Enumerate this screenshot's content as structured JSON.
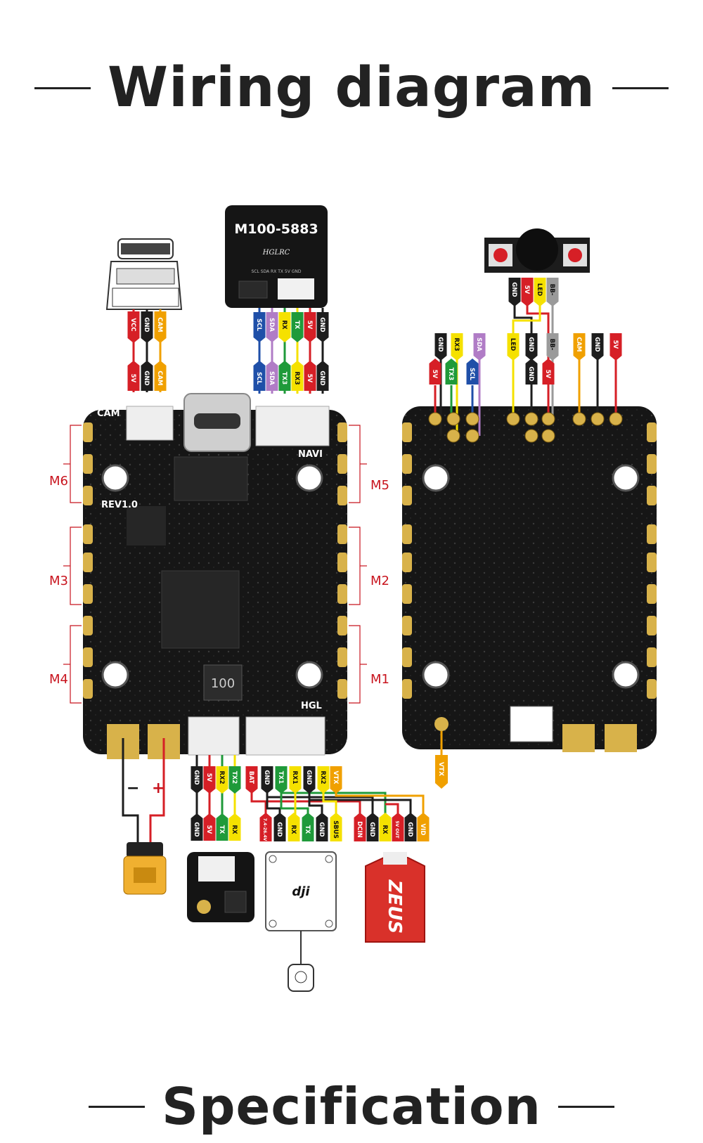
{
  "title": "Wiring diagram",
  "footer_title": "Specification",
  "colors": {
    "red": "#d61f26",
    "black": "#1d1d1d",
    "orange": "#f0a000",
    "blue": "#1f4fa8",
    "purple": "#b07cc6",
    "yellow": "#f5e100",
    "green": "#1f9a3a",
    "gray": "#9a9a9a",
    "motor_label": "#c8141e",
    "board": "#1a1a1a",
    "pad": "#d8b24a"
  },
  "motor_labels": {
    "m6": "M6",
    "m3": "M3",
    "m4": "M4",
    "m5": "M5",
    "m2": "M2",
    "m1": "M1"
  },
  "board_labels": {
    "cam": "CAM",
    "navi": "NAVI",
    "rev": "REV1.0",
    "hgl": "HGL",
    "chip": "100",
    "vtx": "VTX"
  },
  "gps_module": {
    "model": "M100-5883",
    "brand": "HGLRC",
    "pins": "SCL SDA RX TX 5V GND"
  },
  "camera_wires": {
    "top": [
      "VCC",
      "GND",
      "CAM"
    ],
    "bottom": [
      "5V",
      "GND",
      "CAM"
    ]
  },
  "gps_wires": {
    "top": [
      "SCL",
      "SDA",
      "RX",
      "TX",
      "5V",
      "GND"
    ],
    "bottom": [
      "SCL",
      "SDA",
      "TX3",
      "RX3",
      "5V",
      "GND"
    ]
  },
  "buzzer_wires": [
    "GND",
    "5V",
    "LED",
    "BB-"
  ],
  "right_top_tags": [
    "GND",
    "RX3",
    "SDA",
    "LED",
    "GND",
    "BB-",
    "CAM",
    "GND",
    "5V"
  ],
  "right_second_tags": [
    "5V",
    "TX3",
    "SCL",
    "GND",
    "5V"
  ],
  "battery_terminals": {
    "neg": "−",
    "pos": "+"
  },
  "rx_wires": {
    "top": [
      "GND",
      "5V",
      "RX2",
      "TX2"
    ],
    "bottom": [
      "GND",
      "5V",
      "TX",
      "RX"
    ]
  },
  "vtx_wires_top": [
    "BAT",
    "GND",
    "TX1",
    "RX1",
    "GND",
    "RX2",
    "VTX"
  ],
  "dji_wires": [
    "7.4-26.4V",
    "GND",
    "RX",
    "TX",
    "GND",
    "SBUS"
  ],
  "zeus_wires": [
    "DCIN",
    "GND",
    "RX",
    "5V OUT",
    "GND",
    "VID"
  ],
  "dji_logo": "dji"
}
